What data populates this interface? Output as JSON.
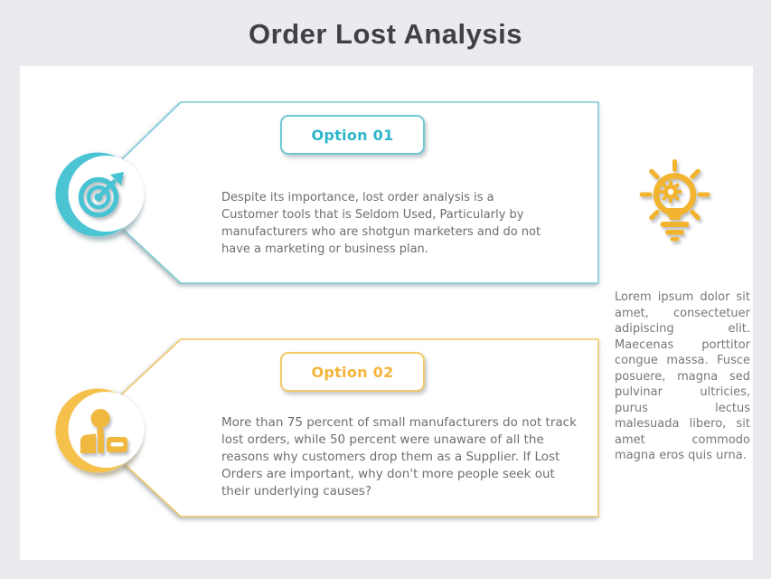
{
  "slide": {
    "title": "Order Lost Analysis"
  },
  "palette": {
    "teal_accent": "#4bc4d3",
    "gold_accent": "#f2b93c",
    "title_color": "#414042",
    "body_text_color": "#6d6e71",
    "sidebar_text_color": "#77787b",
    "background": "#eaebee",
    "panel": "#ffffff"
  },
  "options": [
    {
      "label": "Option 01",
      "icon": "target-arrow-icon",
      "accent": "#4bc4d3",
      "text": "Despite its importance, lost order analysis is a Customer tools that is Seldom Used, Particularly by manufacturers who are shotgun marketers and do not have a marketing or business plan."
    },
    {
      "label": "Option 02",
      "icon": "businessman-icon",
      "accent": "#f2b93c",
      "text": "More than 75 percent of small manufacturers do not track lost orders, while 50 percent were unaware of all the reasons why customers drop them as a Supplier. If Lost Orders are important, why don't more people seek out their underlying causes?"
    }
  ],
  "sidebar": {
    "icon": "lightbulb-gear-icon",
    "text": "Lorem ipsum dolor sit amet, consectetuer adipiscing elit. Maecenas porttitor congue massa. Fusce posuere, magna sed pulvinar ultricies, purus lectus malesuada libero, sit amet commodo magna eros quis urna."
  }
}
